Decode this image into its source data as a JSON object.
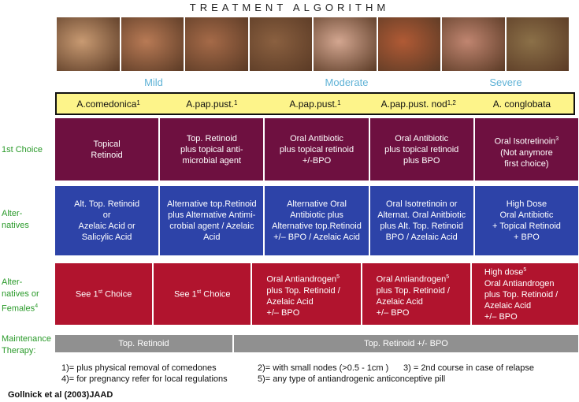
{
  "title": "TREATMENT ALGORITHM",
  "photos": [
    {
      "icon": "acne-photo-comedonica",
      "color": "#c89a72"
    },
    {
      "icon": "acne-photo-back",
      "color": "#b87a55"
    },
    {
      "icon": "acne-photo-face",
      "color": "#a56a48"
    },
    {
      "icon": "acne-photo-profile",
      "color": "#8a6040"
    },
    {
      "icon": "acne-photo-forehead",
      "color": "#d3a690"
    },
    {
      "icon": "acne-photo-cheek",
      "color": "#b05a35"
    },
    {
      "icon": "acne-photo-severe",
      "color": "#c08570"
    },
    {
      "icon": "acne-photo-conglobata",
      "color": "#8b7048"
    }
  ],
  "severity": {
    "mild": "Mild",
    "moderate": "Moderate",
    "severe": "Severe"
  },
  "conditions": [
    {
      "name": "A.comedonica",
      "sup": "1"
    },
    {
      "name": "A.pap.pust.",
      "sup": "1"
    },
    {
      "name": "A.pap.pust.",
      "sup": "1"
    },
    {
      "name": "A.pap.pust. nod",
      "sup": "1,2"
    },
    {
      "name": "A. conglobata",
      "sup": ""
    }
  ],
  "rows": {
    "first_choice": {
      "label": "1st Choice",
      "cells": [
        "Topical\nRetinoid",
        "Top. Retinoid\nplus topical anti-\nmicrobial agent",
        "Oral Antibiotic\nplus topical retinoid\n+/-BPO",
        "Oral Antibiotic\nplus topical retinoid\nplus BPO",
        "Oral Isotretinoin"
      ],
      "cell5_sup": "3",
      "cell5_rest": "(Not anymore\nfirst choice)"
    },
    "alternatives": {
      "label": "Alter-\nnatives",
      "cells": [
        "Alt. Top. Retinoid\nor\nAzelaic Acid or\nSalicylic Acid",
        "Alternative top.Retinoid\nplus Alternative Antimi-\ncrobial agent / Azelaic\nAcid",
        "Alternative  Oral\nAntibiotic plus\nAlternative top.Retinoid\n+/– BPO / Azelaic Acid",
        "Oral Isotretinoin or\nAlternat. Oral Anitbiotic\nplus Alt. Top. Retinoid\nBPO / Azelaic Acid",
        "High Dose\nOral Antibiotic\n+ Topical Retinoid\n+ BPO"
      ]
    },
    "females": {
      "label_line1": "Alter-\nnatives or\nFemales",
      "label_sup": "4",
      "see": "See  1",
      "see_sup": "st",
      "see_rest": " Choice",
      "c3_top": "Oral Antiandrogen",
      "c3_sup": "5",
      "c3_rest": "plus Top. Retinoid /\nAzelaic Acid\n+/– BPO",
      "c4_top": "Oral Antiandrogen",
      "c4_sup": "5",
      "c4_rest": "plus Top. Retinoid /\nAzelaic Acid\n+/– BPO",
      "c5_top": "High dose",
      "c5_sup": "5",
      "c5_rest": "Oral Antiandrogen\nplus Top. Retinoid /\nAzelaic Acid\n+/– BPO"
    },
    "maintenance": {
      "label": "Maintenance\nTherapy:",
      "c1": "Top. Retinoid",
      "c2": "Top. Retinoid +/- BPO"
    }
  },
  "footnotes": {
    "f1": "1)= plus physical removal of comedones",
    "f2": "2)= with small nodes (>0.5 - 1cm )",
    "f3": "3) = 2nd course in case of relapse",
    "f4": "4)= for pregnancy refer for local regulations",
    "f5": "5)= any type of antiandrogenic anticonceptive pill"
  },
  "citation": "Gollnick et al (2003)JAAD"
}
